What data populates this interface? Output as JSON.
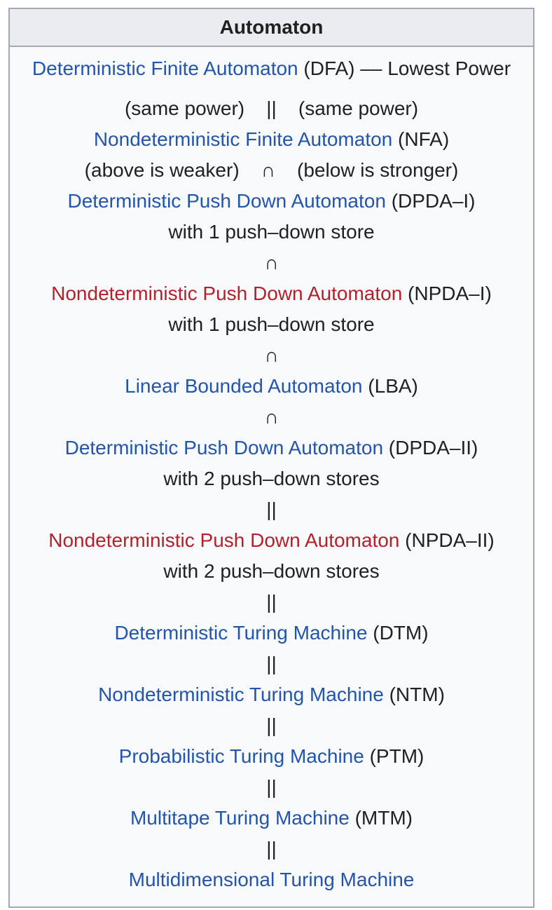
{
  "colors": {
    "blue": "#2355aa",
    "red": "#b4212b",
    "plain": "#202122",
    "border": "#a2a9b1",
    "header_bg": "#eaecf0",
    "body_bg": "#f8f9fa",
    "page_bg": "#ffffff"
  },
  "table": {
    "header": "Automaton",
    "rows": [
      {
        "segments": [
          {
            "text": "Deterministic Finite Automaton",
            "type": "blue"
          },
          {
            "text": " (DFA) –– Lowest Power",
            "type": "plain"
          }
        ]
      },
      {
        "segments": [
          {
            "text": "(same power)    ||    (same power)",
            "type": "plain"
          }
        ]
      },
      {
        "segments": [
          {
            "text": "Nondeterministic Finite Automaton",
            "type": "blue"
          },
          {
            "text": " (NFA)",
            "type": "plain"
          }
        ]
      },
      {
        "segments": [
          {
            "text": "(above is weaker)    ∩    (below is stronger)",
            "type": "plain"
          }
        ]
      },
      {
        "segments": [
          {
            "text": "Deterministic Push Down Automaton",
            "type": "blue"
          },
          {
            "text": " (DPDA–I)",
            "type": "plain"
          }
        ]
      },
      {
        "segments": [
          {
            "text": "with 1 push–down store",
            "type": "plain"
          }
        ]
      },
      {
        "segments": [
          {
            "text": "∩",
            "type": "plain"
          }
        ]
      },
      {
        "segments": [
          {
            "text": "Nondeterministic Push Down Automaton",
            "type": "red"
          },
          {
            "text": " (NPDA–I)",
            "type": "plain"
          }
        ]
      },
      {
        "segments": [
          {
            "text": "with 1 push–down store",
            "type": "plain"
          }
        ]
      },
      {
        "segments": [
          {
            "text": "∩",
            "type": "plain"
          }
        ]
      },
      {
        "segments": [
          {
            "text": "Linear Bounded Automaton",
            "type": "blue"
          },
          {
            "text": " (LBA)",
            "type": "plain"
          }
        ]
      },
      {
        "segments": [
          {
            "text": "∩",
            "type": "plain"
          }
        ]
      },
      {
        "segments": [
          {
            "text": "Deterministic Push Down Automaton",
            "type": "blue"
          },
          {
            "text": " (DPDA–II)",
            "type": "plain"
          }
        ]
      },
      {
        "segments": [
          {
            "text": "with 2 push–down stores",
            "type": "plain"
          }
        ]
      },
      {
        "segments": [
          {
            "text": "||",
            "type": "plain"
          }
        ]
      },
      {
        "segments": [
          {
            "text": "Nondeterministic Push Down Automaton",
            "type": "red"
          },
          {
            "text": " (NPDA–II)",
            "type": "plain"
          }
        ]
      },
      {
        "segments": [
          {
            "text": "with 2 push–down stores",
            "type": "plain"
          }
        ]
      },
      {
        "segments": [
          {
            "text": "||",
            "type": "plain"
          }
        ]
      },
      {
        "segments": [
          {
            "text": "Deterministic Turing Machine",
            "type": "blue"
          },
          {
            "text": " (DTM)",
            "type": "plain"
          }
        ]
      },
      {
        "segments": [
          {
            "text": "||",
            "type": "plain"
          }
        ]
      },
      {
        "segments": [
          {
            "text": "Nondeterministic Turing Machine",
            "type": "blue"
          },
          {
            "text": " (NTM)",
            "type": "plain"
          }
        ]
      },
      {
        "segments": [
          {
            "text": "||",
            "type": "plain"
          }
        ]
      },
      {
        "segments": [
          {
            "text": "Probabilistic Turing Machine",
            "type": "blue"
          },
          {
            "text": " (PTM)",
            "type": "plain"
          }
        ]
      },
      {
        "segments": [
          {
            "text": "||",
            "type": "plain"
          }
        ]
      },
      {
        "segments": [
          {
            "text": "Multitape Turing Machine",
            "type": "blue"
          },
          {
            "text": " (MTM)",
            "type": "plain"
          }
        ]
      },
      {
        "segments": [
          {
            "text": "||",
            "type": "plain"
          }
        ]
      },
      {
        "segments": [
          {
            "text": "Multidimensional Turing Machine",
            "type": "blue"
          }
        ]
      }
    ]
  }
}
